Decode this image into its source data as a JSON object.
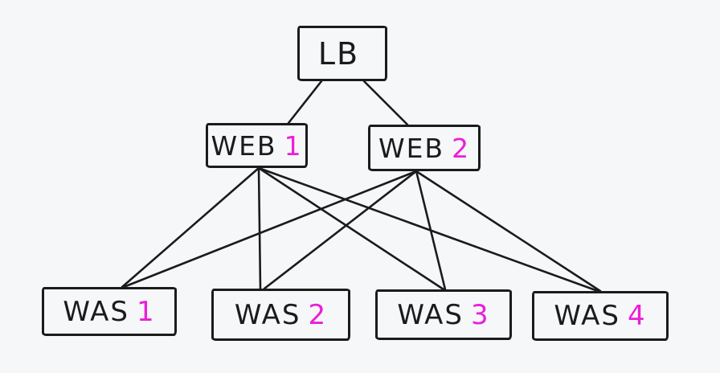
{
  "canvas": {
    "background": "#f6f7f9",
    "stroke_color": "#1b1b1b",
    "accent_color": "#ea1fd6"
  },
  "diagram": {
    "description": "Load balancer topology: LB fans out to two WEB servers, each WEB server connects to all four WAS servers",
    "nodes": [
      {
        "id": "lb",
        "label": "LB",
        "number": ""
      },
      {
        "id": "web1",
        "label": "WEB",
        "number": "1"
      },
      {
        "id": "web2",
        "label": "WEB",
        "number": "2"
      },
      {
        "id": "was1",
        "label": "WAS",
        "number": "1"
      },
      {
        "id": "was2",
        "label": "WAS",
        "number": "2"
      },
      {
        "id": "was3",
        "label": "WAS",
        "number": "3"
      },
      {
        "id": "was4",
        "label": "WAS",
        "number": "4"
      }
    ],
    "edges": [
      {
        "from": "lb",
        "to": "web1"
      },
      {
        "from": "lb",
        "to": "web2"
      },
      {
        "from": "web1",
        "to": "was1"
      },
      {
        "from": "web1",
        "to": "was2"
      },
      {
        "from": "web1",
        "to": "was3"
      },
      {
        "from": "web1",
        "to": "was4"
      },
      {
        "from": "web2",
        "to": "was1"
      },
      {
        "from": "web2",
        "to": "was2"
      },
      {
        "from": "web2",
        "to": "was3"
      },
      {
        "from": "web2",
        "to": "was4"
      }
    ]
  }
}
